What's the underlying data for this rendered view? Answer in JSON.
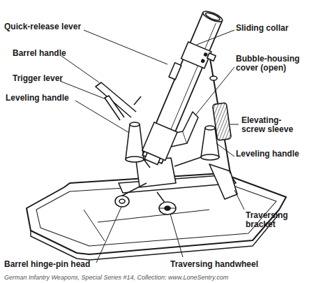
{
  "diagram": {
    "labels": [
      "Quick-release lever",
      "Barrel handle",
      "Trigger lever",
      "Leveling handle",
      "Barrel hinge-pin head",
      "Sliding collar",
      "Bubble-housing cover (open)",
      "Elevating-screw sleeve",
      "Leveling handle",
      "Traversing bracket",
      "Traversing handwheel",
      "German Infantry Weapons, Special Series #14, Collection: www.LoneSentry.com"
    ]
  }
}
